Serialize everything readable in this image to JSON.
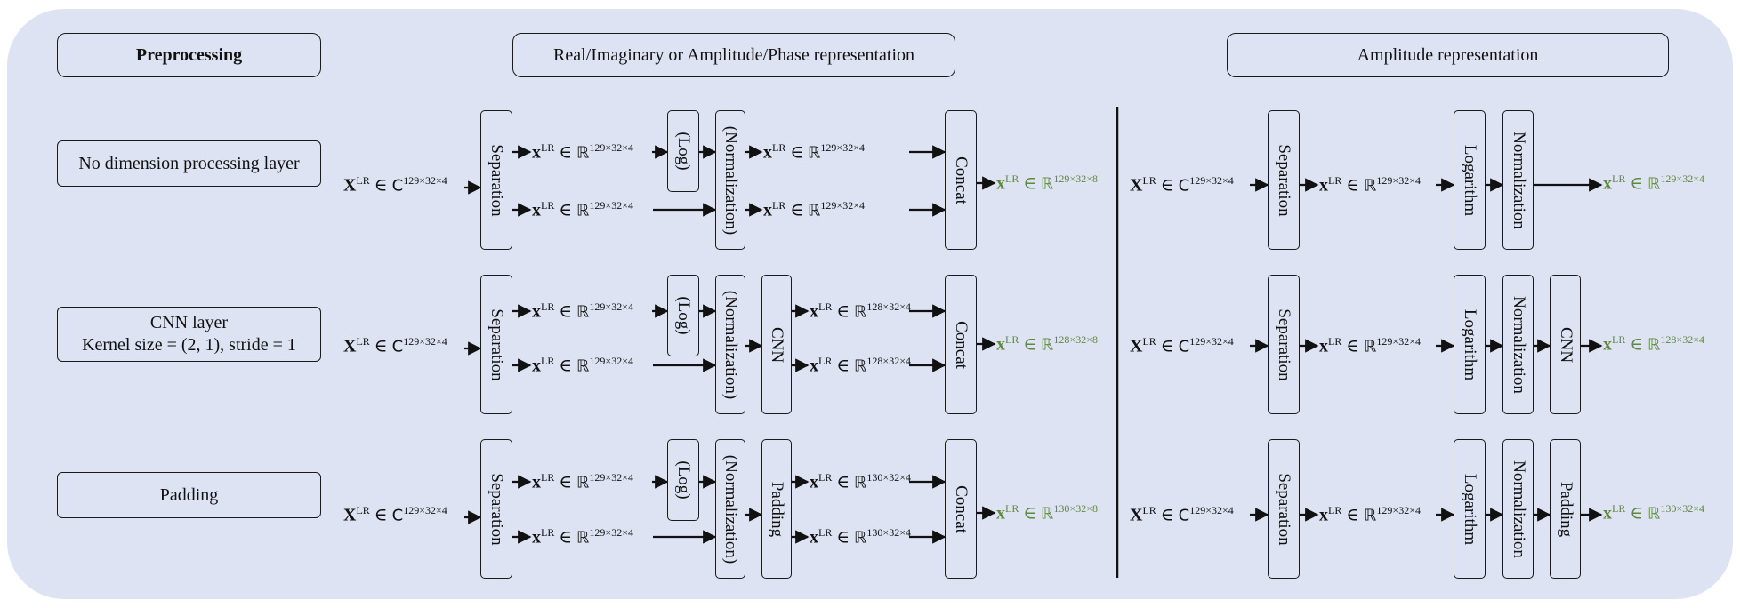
{
  "headers": {
    "preprocessing": "Preprocessing",
    "complex_repr": "Real/Imaginary or Amplitude/Phase representation",
    "amplitude_repr": "Amplitude representation"
  },
  "rows": [
    {
      "label_lines": [
        "No dimension processing layer"
      ]
    },
    {
      "label_lines": [
        "CNN layer",
        "Kernel size = (2, 1), stride = 1"
      ]
    },
    {
      "label_lines": [
        "Padding"
      ]
    }
  ],
  "blocks": {
    "separation": "Separation",
    "log_opt": "(Log)",
    "normalization_opt": "(Normalization)",
    "cnn": "CNN",
    "padding": "Padding",
    "concat": "Concat",
    "logarithm": "Logarithm",
    "normalization": "Normalization"
  },
  "math": {
    "X": "X",
    "x": "x",
    "sup": "LR",
    "in": " ∈ ",
    "C": "C",
    "R": "ℝ",
    "d_129_32_4": "129×32×4",
    "d_128_32_4": "128×32×4",
    "d_130_32_4": "130×32×4",
    "d_129_32_8": "129×32×8",
    "d_128_32_8": "128×32×8",
    "d_130_32_8": "130×32×8"
  },
  "colors": {
    "background": "#dde3f2",
    "output_text": "#5e8a3c",
    "stroke": "#1a1a1a"
  }
}
